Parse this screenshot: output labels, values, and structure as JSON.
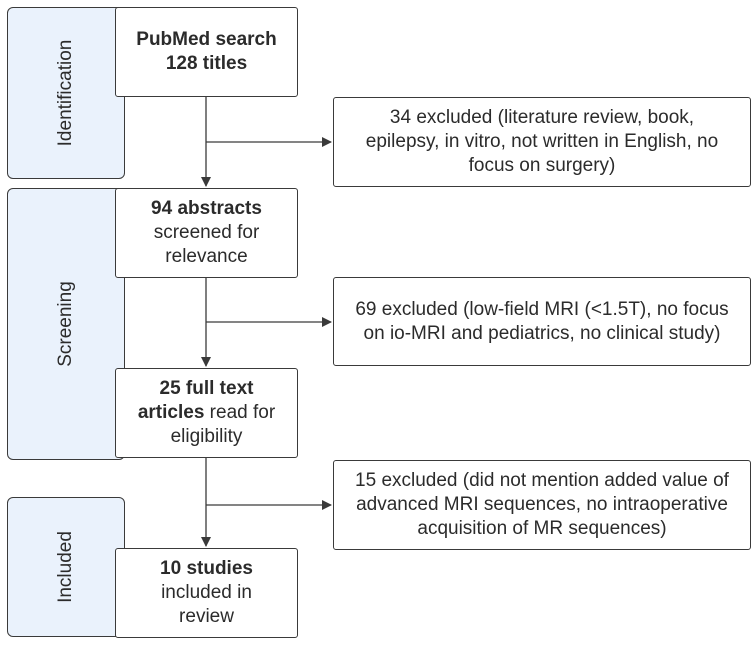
{
  "phases": {
    "identification": "Identification",
    "screening": "Screening",
    "included": "Included"
  },
  "steps": {
    "search": {
      "line1": "PubMed search",
      "line2": "128 titles"
    },
    "abstracts": {
      "bold": "94 abstracts",
      "line2": "screened for",
      "line3": "relevance"
    },
    "fulltext": {
      "bold1": "25 full text",
      "bold2": "articles",
      "rest": " read for",
      "line3": "eligibility"
    },
    "studies": {
      "bold": "10 studies",
      "line2": "included in",
      "line3": "review"
    }
  },
  "exclusions": {
    "first": {
      "line1": "34 excluded (literature review, book,",
      "line2": "epilepsy, in vitro, not written in English, no",
      "line3": "focus on surgery)"
    },
    "second": {
      "line1": "69 excluded (low-field MRI (<1.5T), no focus",
      "line2": "on io-MRI and pediatrics, no clinical study)"
    },
    "third": {
      "line1": "15 excluded (did not mention added value of",
      "line2": "advanced MRI sequences, no intraoperative",
      "line3": "acquisition of MR sequences)"
    }
  }
}
